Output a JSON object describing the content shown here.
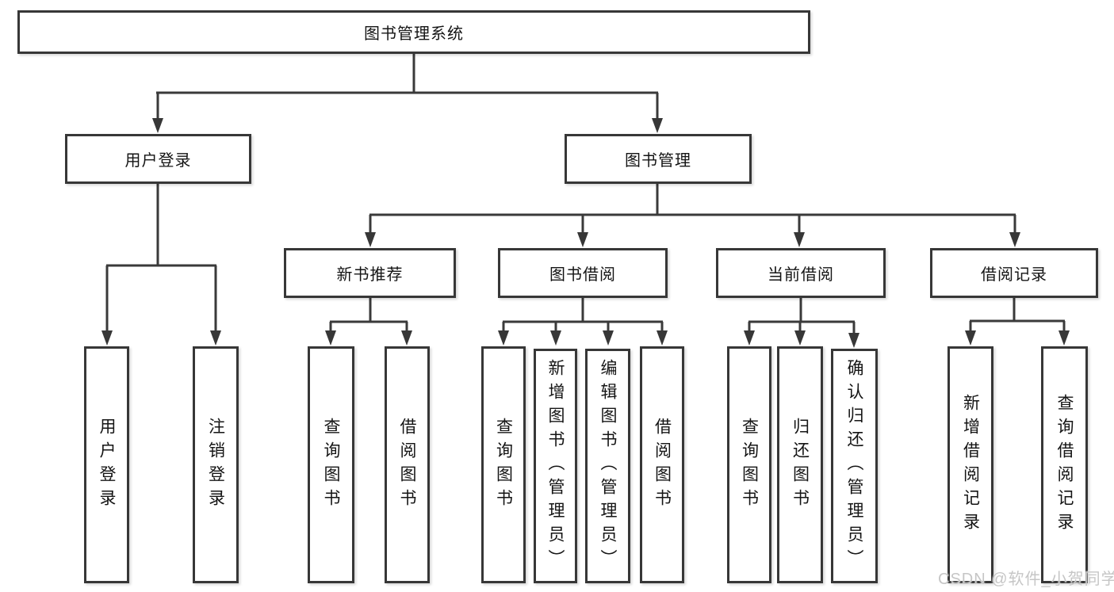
{
  "tree": {
    "label": "图书管理系统",
    "children": [
      {
        "label": "用户登录",
        "children": [
          {
            "label": "用户登录"
          },
          {
            "label": "注销登录"
          }
        ]
      },
      {
        "label": "图书管理",
        "children": [
          {
            "label": "新书推荐",
            "children": [
              {
                "label": "查询图书"
              },
              {
                "label": "借阅图书"
              }
            ]
          },
          {
            "label": "图书借阅",
            "children": [
              {
                "label": "查询图书"
              },
              {
                "label": "新增图书（管理员）"
              },
              {
                "label": "编辑图书（管理员）"
              },
              {
                "label": "借阅图书"
              }
            ]
          },
          {
            "label": "当前借阅",
            "children": [
              {
                "label": "查询图书"
              },
              {
                "label": "归还图书"
              },
              {
                "label": "确认归还（管理员）"
              }
            ]
          },
          {
            "label": "借阅记录",
            "children": [
              {
                "label": "新增借阅记录"
              },
              {
                "label": "查询借阅记录"
              }
            ]
          }
        ]
      }
    ]
  },
  "watermark": "CSDN @软件_小贺同学",
  "colors": {
    "line": "#3a3a3a",
    "border": "#373737",
    "background": "#ffffff",
    "watermark": "#c6c6c6"
  }
}
